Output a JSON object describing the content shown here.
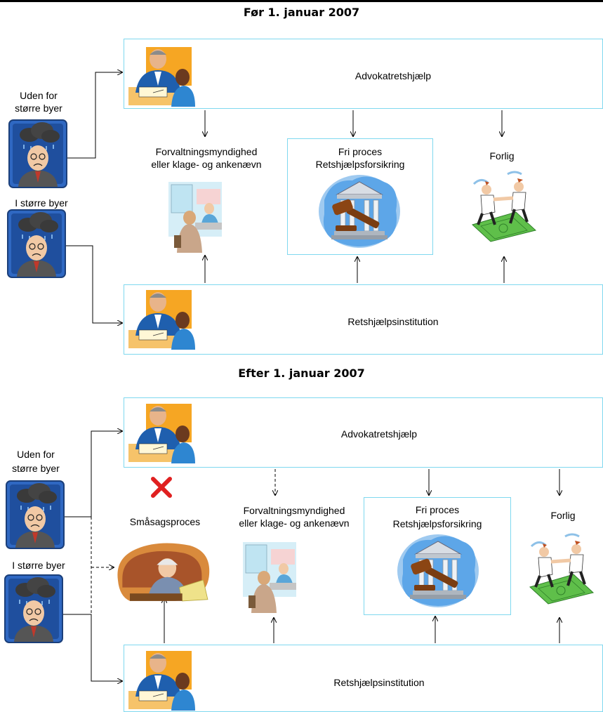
{
  "before": {
    "title": "Før 1. januar 2007",
    "lawyer_label": "Advokatretshjælp",
    "institution_label": "Retshjælpsinstitution",
    "admin_label_1": "Forvaltningsmyndighed",
    "admin_label_2": "eller klage- og ankenævn",
    "free_label_1": "Fri proces",
    "free_label_2": "Retshjælpsforsikring",
    "settlement_label": "Forlig",
    "outside_label_1": "Uden for",
    "outside_label_2": "større byer",
    "city_label": "I større byer"
  },
  "after": {
    "title": "Efter 1. januar 2007",
    "lawyer_label": "Advokatretshjælp",
    "institution_label": "Retshjælpsinstitution",
    "small_claims_label": "Småsagsproces",
    "admin_label_1": "Forvaltningsmyndighed",
    "admin_label_2": "eller klage- og ankenævn",
    "free_label_1": "Fri proces",
    "free_label_2": "Retshjælpsforsikring",
    "settlement_label": "Forlig",
    "outside_label_1": "Uden for",
    "outside_label_2": "større byer",
    "city_label": "I større byer"
  },
  "colors": {
    "box_border": "#7fd8ef",
    "cross": "#e02020"
  }
}
